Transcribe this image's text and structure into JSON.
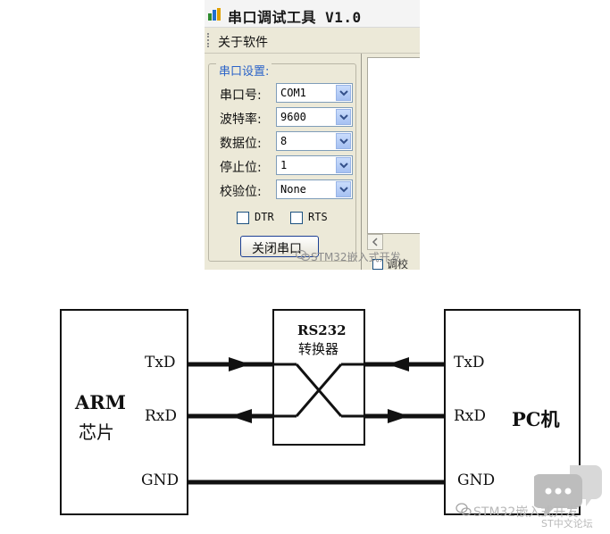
{
  "app": {
    "title": "串口调试工具 V1.0",
    "menu": [
      "关于软件"
    ],
    "group_title": "串口设置:",
    "fields": [
      {
        "label": "串口号:",
        "value": "COM1"
      },
      {
        "label": "波特率:",
        "value": "9600"
      },
      {
        "label": "数据位:",
        "value": "8"
      },
      {
        "label": "停止位:",
        "value": "1"
      },
      {
        "label": "校验位:",
        "value": "None"
      }
    ],
    "checkboxes": [
      {
        "label": "DTR",
        "checked": false
      },
      {
        "label": "RTS",
        "checked": false
      }
    ],
    "close_button": "关闭串口",
    "partial_text": "调校"
  },
  "diagram": {
    "left_block": {
      "title": "ARM",
      "subtitle": "芯片"
    },
    "converter": {
      "title": "RS232",
      "subtitle": "转换器"
    },
    "right_block": {
      "title": "PC机"
    },
    "left_signals": [
      "TxD",
      "RxD",
      "GND"
    ],
    "right_signals": [
      "TxD",
      "RxD",
      "GND"
    ]
  },
  "watermarks": {
    "top": "STM32嵌入式开发",
    "bottom": "STM32嵌入式开发",
    "bottom_small": "ST中文论坛"
  },
  "colors": {
    "line": "#111111",
    "xp_border": "#7f9db9",
    "group_title": "#2a62c8"
  }
}
